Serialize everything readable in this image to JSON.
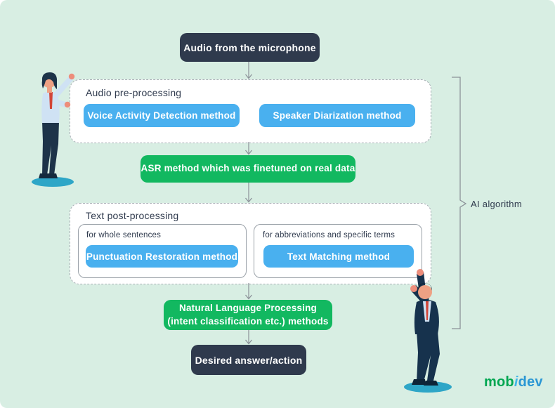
{
  "flow": {
    "input_label": "Audio from the microphone",
    "preprocessing": {
      "title": "Audio pre-processing",
      "methods": [
        {
          "label": "Voice Activity Detection method"
        },
        {
          "label": "Speaker Diarization method"
        }
      ]
    },
    "asr_label": "ASR method which was finetuned on real data",
    "postprocessing": {
      "title": "Text post-processing",
      "groups": [
        {
          "caption": "for whole sentences",
          "method": "Punctuation Restoration method"
        },
        {
          "caption": "for abbreviations and specific terms",
          "method": "Text Matching method"
        }
      ]
    },
    "nlp": {
      "line1": "Natural Language Processing",
      "line2": "(intent classification etc.) methods"
    },
    "output_label": "Desired answer/action"
  },
  "bracket": {
    "label": "AI algorithm"
  },
  "logo": {
    "mob": "mob",
    "i": "i",
    "dev": "dev"
  },
  "colors": {
    "background": "#d8eee3",
    "node_dark": "#2f3a4d",
    "method_blue": "#49b0ef",
    "process_green": "#12b860",
    "dashed_border": "#a8aeb5",
    "arrow_gray": "#8b9198",
    "shadow_teal": "#2ea6c7",
    "logo_green": "#00a651",
    "logo_blue": "#2a97d4",
    "logo_light_blue": "#41b6e6"
  }
}
